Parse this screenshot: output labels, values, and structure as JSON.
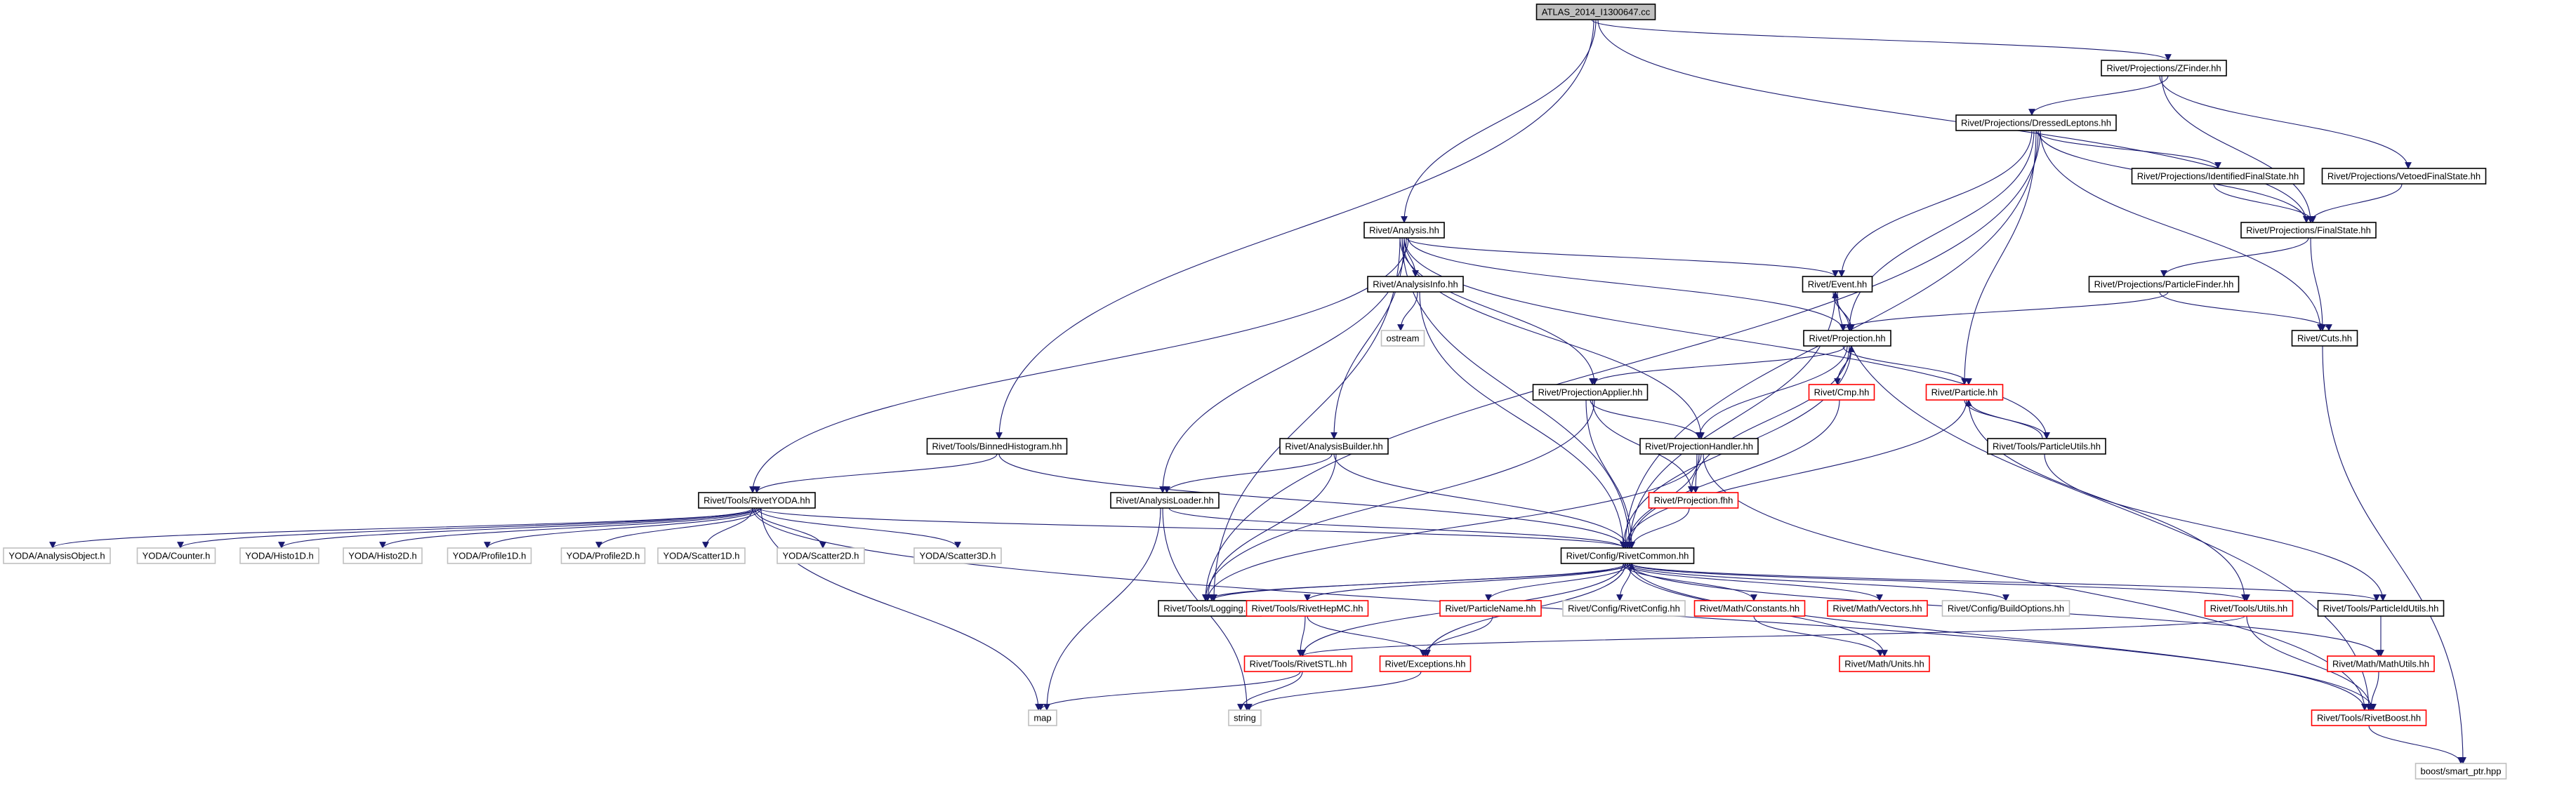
{
  "graph": {
    "nodes": [
      {
        "id": "root",
        "label": "ATLAS_2014_I1300647.cc",
        "style": "root"
      },
      {
        "id": "zfinder",
        "label": "Rivet/Projections/ZFinder.hh",
        "style": "normal"
      },
      {
        "id": "dressed",
        "label": "Rivet/Projections/DressedLeptons.hh",
        "style": "normal"
      },
      {
        "id": "idfs",
        "label": "Rivet/Projections/IdentifiedFinalState.hh",
        "style": "normal"
      },
      {
        "id": "vfs",
        "label": "Rivet/Projections/VetoedFinalState.hh",
        "style": "normal"
      },
      {
        "id": "fs",
        "label": "Rivet/Projections/FinalState.hh",
        "style": "normal"
      },
      {
        "id": "pf",
        "label": "Rivet/Projections/ParticleFinder.hh",
        "style": "normal"
      },
      {
        "id": "cuts",
        "label": "Rivet/Cuts.hh",
        "style": "normal"
      },
      {
        "id": "analysis",
        "label": "Rivet/Analysis.hh",
        "style": "normal"
      },
      {
        "id": "ainfo",
        "label": "Rivet/AnalysisInfo.hh",
        "style": "normal"
      },
      {
        "id": "ostream",
        "label": "ostream",
        "style": "external"
      },
      {
        "id": "event",
        "label": "Rivet/Event.hh",
        "style": "normal"
      },
      {
        "id": "proj",
        "label": "Rivet/Projection.hh",
        "style": "normal"
      },
      {
        "id": "cmp",
        "label": "Rivet/Cmp.hh",
        "style": "truncated"
      },
      {
        "id": "particle",
        "label": "Rivet/Particle.hh",
        "style": "truncated"
      },
      {
        "id": "putils",
        "label": "Rivet/Tools/ParticleUtils.hh",
        "style": "normal"
      },
      {
        "id": "papplier",
        "label": "Rivet/ProjectionApplier.hh",
        "style": "normal"
      },
      {
        "id": "phandler",
        "label": "Rivet/ProjectionHandler.hh",
        "style": "normal"
      },
      {
        "id": "pfhh",
        "label": "Rivet/Projection.fhh",
        "style": "truncated"
      },
      {
        "id": "abuilder",
        "label": "Rivet/AnalysisBuilder.hh",
        "style": "normal"
      },
      {
        "id": "aloader",
        "label": "Rivet/AnalysisLoader.hh",
        "style": "normal"
      },
      {
        "id": "binned",
        "label": "Rivet/Tools/BinnedHistogram.hh",
        "style": "normal"
      },
      {
        "id": "ryoda",
        "label": "Rivet/Tools/RivetYODA.hh",
        "style": "normal"
      },
      {
        "id": "yao",
        "label": "YODA/AnalysisObject.h",
        "style": "external"
      },
      {
        "id": "ycounter",
        "label": "YODA/Counter.h",
        "style": "external"
      },
      {
        "id": "yh1",
        "label": "YODA/Histo1D.h",
        "style": "external"
      },
      {
        "id": "yh2",
        "label": "YODA/Histo2D.h",
        "style": "external"
      },
      {
        "id": "yp1",
        "label": "YODA/Profile1D.h",
        "style": "external"
      },
      {
        "id": "yp2",
        "label": "YODA/Profile2D.h",
        "style": "external"
      },
      {
        "id": "ys1",
        "label": "YODA/Scatter1D.h",
        "style": "external"
      },
      {
        "id": "ys2",
        "label": "YODA/Scatter2D.h",
        "style": "external"
      },
      {
        "id": "ys3",
        "label": "YODA/Scatter3D.h",
        "style": "external"
      },
      {
        "id": "rcommon",
        "label": "Rivet/Config/RivetCommon.hh",
        "style": "normal"
      },
      {
        "id": "logging",
        "label": "Rivet/Tools/Logging.hh",
        "style": "normal"
      },
      {
        "id": "rhepmc",
        "label": "Rivet/Tools/RivetHepMC.hh",
        "style": "truncated"
      },
      {
        "id": "pname",
        "label": "Rivet/ParticleName.hh",
        "style": "truncated"
      },
      {
        "id": "rconfig",
        "label": "Rivet/Config/RivetConfig.hh",
        "style": "external"
      },
      {
        "id": "mconst",
        "label": "Rivet/Math/Constants.hh",
        "style": "truncated"
      },
      {
        "id": "mvec",
        "label": "Rivet/Math/Vectors.hh",
        "style": "truncated"
      },
      {
        "id": "buildopt",
        "label": "Rivet/Config/BuildOptions.hh",
        "style": "external"
      },
      {
        "id": "tutils",
        "label": "Rivet/Tools/Utils.hh",
        "style": "truncated"
      },
      {
        "id": "pidutils",
        "label": "Rivet/Tools/ParticleIdUtils.hh",
        "style": "normal"
      },
      {
        "id": "rstl",
        "label": "Rivet/Tools/RivetSTL.hh",
        "style": "truncated"
      },
      {
        "id": "exc",
        "label": "Rivet/Exceptions.hh",
        "style": "truncated"
      },
      {
        "id": "munits",
        "label": "Rivet/Math/Units.hh",
        "style": "truncated"
      },
      {
        "id": "mmutils",
        "label": "Rivet/Math/MathUtils.hh",
        "style": "truncated"
      },
      {
        "id": "rboost",
        "label": "Rivet/Tools/RivetBoost.hh",
        "style": "truncated"
      },
      {
        "id": "map",
        "label": "map",
        "style": "external"
      },
      {
        "id": "string",
        "label": "string",
        "style": "external"
      },
      {
        "id": "sptr",
        "label": "boost/smart_ptr.hpp",
        "style": "external"
      }
    ],
    "edges": [
      [
        "root",
        "zfinder"
      ],
      [
        "root",
        "binned"
      ],
      [
        "root",
        "analysis"
      ],
      [
        "root",
        "fs"
      ],
      [
        "zfinder",
        "dressed"
      ],
      [
        "zfinder",
        "vfs"
      ],
      [
        "zfinder",
        "fs"
      ],
      [
        "dressed",
        "idfs"
      ],
      [
        "dressed",
        "fs"
      ],
      [
        "dressed",
        "cuts"
      ],
      [
        "dressed",
        "event"
      ],
      [
        "dressed",
        "proj"
      ],
      [
        "dressed",
        "particle"
      ],
      [
        "dressed",
        "rcommon"
      ],
      [
        "dressed",
        "logging"
      ],
      [
        "idfs",
        "fs"
      ],
      [
        "vfs",
        "fs"
      ],
      [
        "fs",
        "pf"
      ],
      [
        "fs",
        "cuts"
      ],
      [
        "pf",
        "proj"
      ],
      [
        "pf",
        "cuts"
      ],
      [
        "cuts",
        "sptr"
      ],
      [
        "analysis",
        "ainfo"
      ],
      [
        "analysis",
        "event"
      ],
      [
        "analysis",
        "proj"
      ],
      [
        "analysis",
        "papplier"
      ],
      [
        "analysis",
        "phandler"
      ],
      [
        "analysis",
        "abuilder"
      ],
      [
        "analysis",
        "aloader"
      ],
      [
        "analysis",
        "ryoda"
      ],
      [
        "analysis",
        "logging"
      ],
      [
        "analysis",
        "rcommon"
      ],
      [
        "analysis",
        "putils"
      ],
      [
        "ainfo",
        "ostream"
      ],
      [
        "ainfo",
        "rcommon"
      ],
      [
        "event",
        "proj"
      ],
      [
        "event",
        "rcommon"
      ],
      [
        "event",
        "rboost"
      ],
      [
        "proj",
        "event"
      ],
      [
        "proj",
        "cmp"
      ],
      [
        "proj",
        "particle"
      ],
      [
        "proj",
        "papplier"
      ],
      [
        "proj",
        "phandler"
      ],
      [
        "proj",
        "pfhh"
      ],
      [
        "proj",
        "rcommon"
      ],
      [
        "cmp",
        "proj"
      ],
      [
        "cmp",
        "rcommon"
      ],
      [
        "particle",
        "putils"
      ],
      [
        "particle",
        "rcommon"
      ],
      [
        "particle",
        "tutils"
      ],
      [
        "putils",
        "particle"
      ],
      [
        "putils",
        "pidutils"
      ],
      [
        "papplier",
        "phandler"
      ],
      [
        "papplier",
        "pfhh"
      ],
      [
        "papplier",
        "logging"
      ],
      [
        "papplier",
        "rcommon"
      ],
      [
        "phandler",
        "pfhh"
      ],
      [
        "phandler",
        "rcommon"
      ],
      [
        "phandler",
        "logging"
      ],
      [
        "phandler",
        "rboost"
      ],
      [
        "pfhh",
        "rcommon"
      ],
      [
        "abuilder",
        "aloader"
      ],
      [
        "abuilder",
        "rcommon"
      ],
      [
        "abuilder",
        "logging"
      ],
      [
        "aloader",
        "rcommon"
      ],
      [
        "aloader",
        "map"
      ],
      [
        "aloader",
        "string"
      ],
      [
        "binned",
        "ryoda"
      ],
      [
        "binned",
        "rcommon"
      ],
      [
        "ryoda",
        "yao"
      ],
      [
        "ryoda",
        "ycounter"
      ],
      [
        "ryoda",
        "yh1"
      ],
      [
        "ryoda",
        "yh2"
      ],
      [
        "ryoda",
        "yp1"
      ],
      [
        "ryoda",
        "yp2"
      ],
      [
        "ryoda",
        "ys1"
      ],
      [
        "ryoda",
        "ys2"
      ],
      [
        "ryoda",
        "ys3"
      ],
      [
        "ryoda",
        "rcommon"
      ],
      [
        "ryoda",
        "map"
      ],
      [
        "ryoda",
        "rboost"
      ],
      [
        "rcommon",
        "logging"
      ],
      [
        "rcommon",
        "rhepmc"
      ],
      [
        "rcommon",
        "pname"
      ],
      [
        "rcommon",
        "rconfig"
      ],
      [
        "rcommon",
        "mconst"
      ],
      [
        "rcommon",
        "mvec"
      ],
      [
        "rcommon",
        "buildopt"
      ],
      [
        "rcommon",
        "tutils"
      ],
      [
        "rcommon",
        "pidutils"
      ],
      [
        "rcommon",
        "rstl"
      ],
      [
        "rcommon",
        "exc"
      ],
      [
        "rcommon",
        "munits"
      ],
      [
        "rcommon",
        "mmutils"
      ],
      [
        "rcommon",
        "rboost"
      ],
      [
        "logging",
        "rcommon"
      ],
      [
        "rhepmc",
        "rstl"
      ],
      [
        "rhepmc",
        "exc"
      ],
      [
        "pname",
        "exc"
      ],
      [
        "mconst",
        "munits"
      ],
      [
        "tutils",
        "rstl"
      ],
      [
        "tutils",
        "rboost"
      ],
      [
        "pidutils",
        "mmutils"
      ],
      [
        "rstl",
        "map"
      ],
      [
        "rstl",
        "string"
      ],
      [
        "exc",
        "string"
      ],
      [
        "mmutils",
        "rboost"
      ],
      [
        "rboost",
        "sptr"
      ]
    ]
  },
  "colors": {
    "edge": "#191970",
    "root_fill": "#bfbfbf",
    "normal_stroke": "#000000",
    "truncated_stroke": "#ff0000",
    "external_stroke": "#bfbfbf",
    "external_text": "#000000"
  }
}
